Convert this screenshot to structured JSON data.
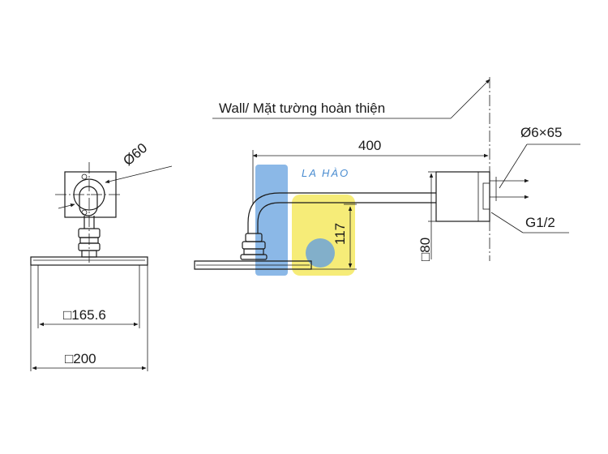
{
  "labels": {
    "wall": "Wall/ Mặt tường hoàn thiện",
    "dim_400": "400",
    "dim_117": "117",
    "dim_80": "□80",
    "dim_d60": "Ø60",
    "dim_d6x65": "Ø6×65",
    "dim_g12": "G1/2",
    "dim_165": "□165.6",
    "dim_200": "□200"
  },
  "watermark": {
    "text": "LA HÀO"
  },
  "colors": {
    "line": "#1a1a1a",
    "watermark_blue": "#4a90d9",
    "watermark_yellow": "#f3e33a"
  }
}
